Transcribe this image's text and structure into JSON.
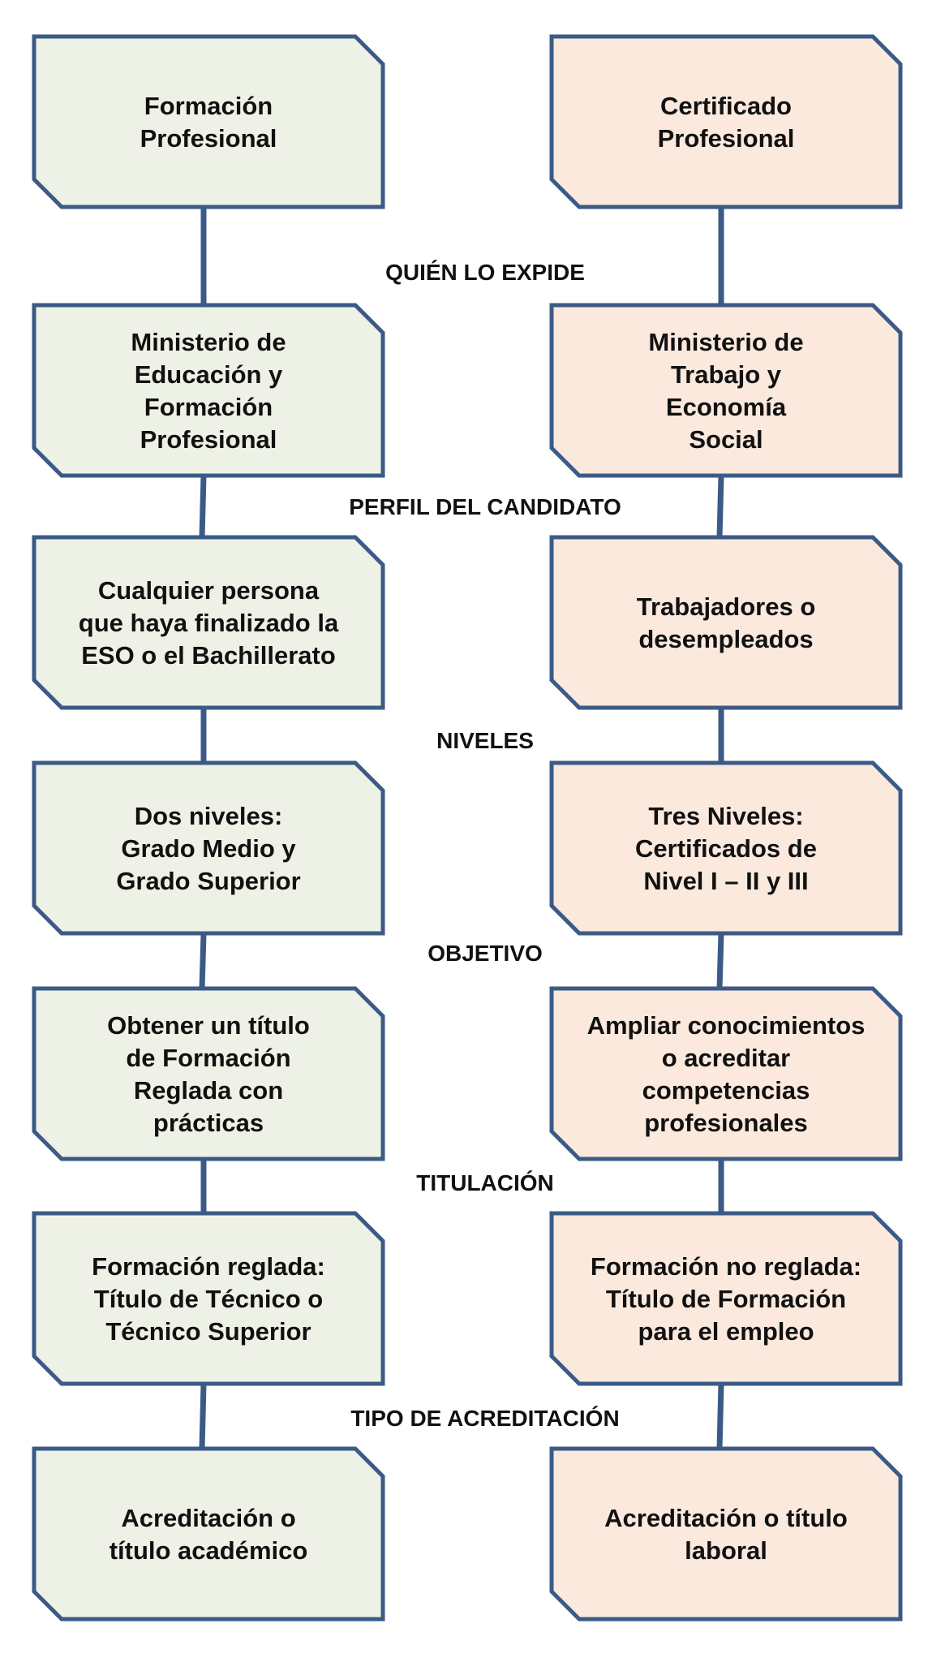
{
  "colors": {
    "left_fill": "#eef2e6",
    "right_fill": "#fbe9dd",
    "stroke": "#3b5a86"
  },
  "columns": {
    "left": {
      "boxes": [
        {
          "lines": [
            "Formación",
            "Profesional"
          ]
        },
        {
          "lines": [
            "Ministerio de",
            "Educación y",
            "Formación",
            "Profesional"
          ]
        },
        {
          "lines": [
            "Cualquier persona",
            "que haya finalizado la",
            "ESO o el Bachillerato"
          ]
        },
        {
          "lines": [
            "Dos niveles:",
            "Grado Medio y",
            "Grado Superior"
          ]
        },
        {
          "lines": [
            "Obtener un título",
            "de Formación",
            "Reglada con",
            "prácticas"
          ]
        },
        {
          "lines": [
            "Formación reglada:",
            "Título de Técnico o",
            "Técnico Superior"
          ]
        },
        {
          "lines": [
            "Acreditación o",
            "título académico"
          ]
        }
      ]
    },
    "right": {
      "boxes": [
        {
          "lines": [
            "Certificado",
            "Profesional"
          ]
        },
        {
          "lines": [
            "Ministerio de",
            "Trabajo y",
            "Economía",
            "Social"
          ]
        },
        {
          "lines": [
            "Trabajadores o",
            "desempleados"
          ]
        },
        {
          "lines": [
            "Tres Niveles:",
            "Certificados de",
            "Nivel I – II y III"
          ]
        },
        {
          "lines": [
            "Ampliar conocimientos",
            "o acreditar",
            "competencias",
            "profesionales"
          ]
        },
        {
          "lines": [
            "Formación no reglada:",
            "Título de Formación",
            "para el empleo"
          ]
        },
        {
          "lines": [
            "Acreditación o título",
            "laboral"
          ]
        }
      ]
    }
  },
  "row_labels": [
    "QUIÉN LO EXPIDE",
    "PERFIL DEL CANDIDATO",
    "NIVELES",
    "OBJETIVO",
    "TITULACIÓN",
    "TIPO DE ACREDITACIÓN"
  ]
}
